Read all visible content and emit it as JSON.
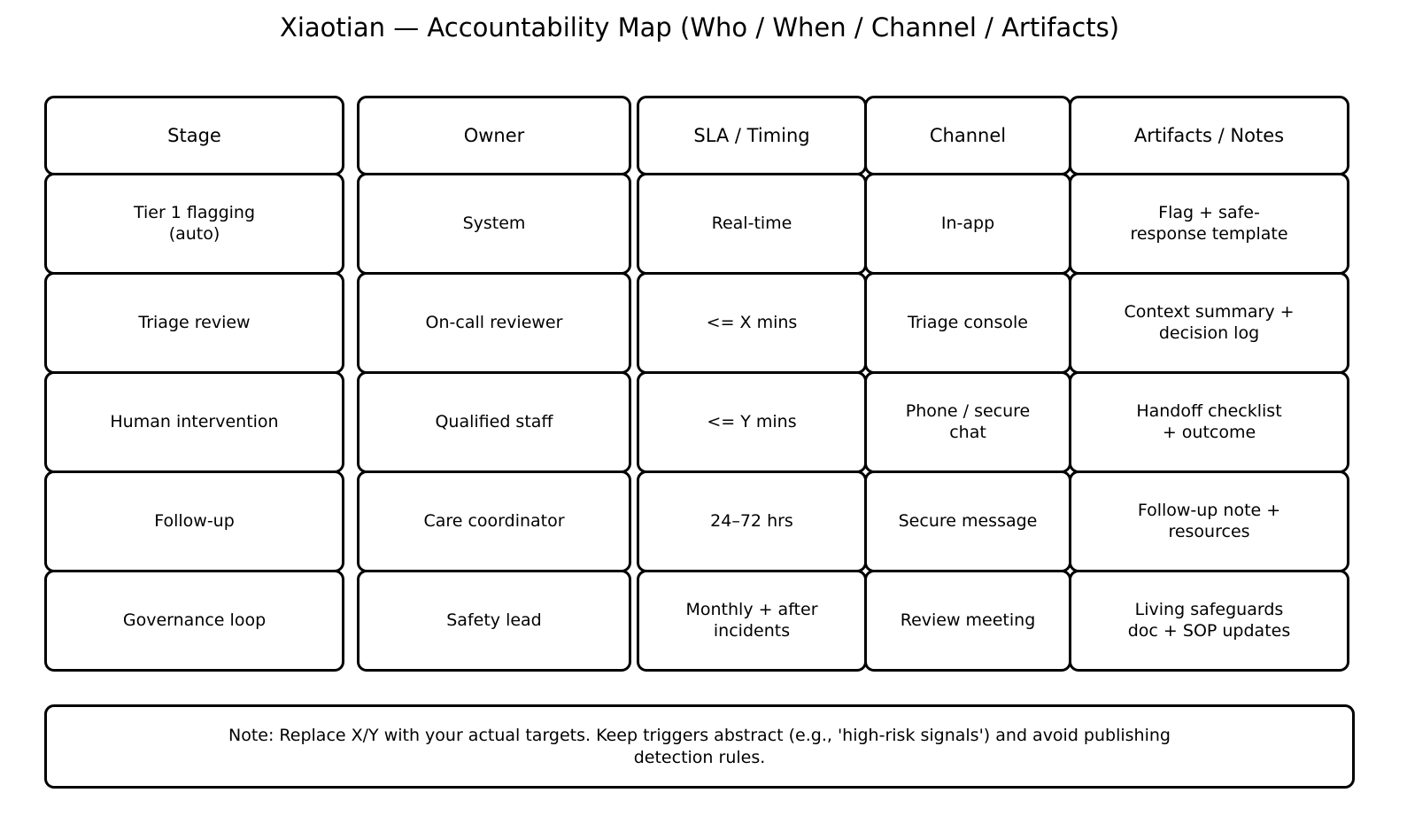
{
  "title": "Xiaotian — Accountability Map (Who / When / Channel / Artifacts)",
  "colors": {
    "background": "#ffffff",
    "border": "#000000",
    "text": "#000000"
  },
  "table": {
    "headers": [
      "Stage",
      "Owner",
      "SLA / Timing",
      "Channel",
      "Artifacts / Notes"
    ],
    "rows": [
      [
        "Tier 1 flagging\n(auto)",
        "System",
        "Real-time",
        "In-app",
        "Flag + safe-\nresponse template"
      ],
      [
        "Triage review",
        "On-call reviewer",
        "<= X mins",
        "Triage console",
        "Context summary +\ndecision log"
      ],
      [
        "Human intervention",
        "Qualified staff",
        "<= Y mins",
        "Phone / secure\nchat",
        "Handoff checklist\n+ outcome"
      ],
      [
        "Follow-up",
        "Care coordinator",
        "24–72 hrs",
        "Secure message",
        "Follow-up note +\nresources"
      ],
      [
        "Governance loop",
        "Safety lead",
        "Monthly + after\nincidents",
        "Review meeting",
        "Living safeguards\ndoc + SOP updates"
      ]
    ]
  },
  "note": "Note: Replace X/Y with your actual targets. Keep triggers abstract (e.g., 'high-risk signals') and avoid publishing\ndetection rules."
}
